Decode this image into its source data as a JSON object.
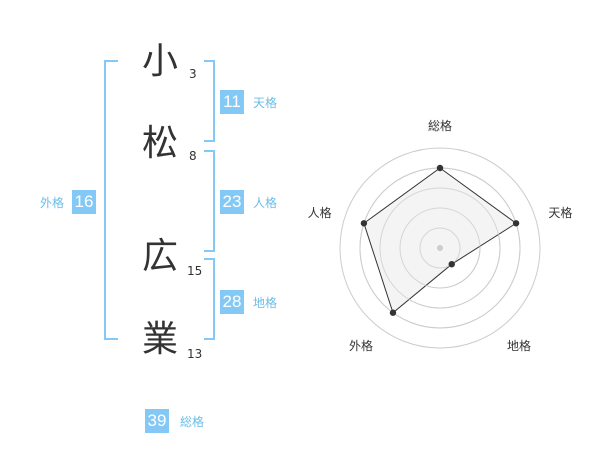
{
  "name_chars": [
    {
      "char": "小",
      "strokes": "3"
    },
    {
      "char": "松",
      "strokes": "8"
    },
    {
      "char": "広",
      "strokes": "15"
    },
    {
      "char": "業",
      "strokes": "13"
    }
  ],
  "kaku": {
    "tenkaku": {
      "value": "11",
      "label": "天格"
    },
    "jinkaku": {
      "value": "23",
      "label": "人格"
    },
    "chikaku": {
      "value": "28",
      "label": "地格"
    },
    "gaikaku": {
      "value": "16",
      "label": "外格"
    },
    "soukaku": {
      "value": "39",
      "label": "総格"
    }
  },
  "chart_data": {
    "type": "radar",
    "axes": [
      "総格",
      "天格",
      "地格",
      "外格",
      "人格"
    ],
    "values": [
      4,
      4,
      1,
      4,
      4
    ],
    "rmax": 5,
    "rings": 5,
    "colors": {
      "fill": "#f2f2f2",
      "line": "#333333",
      "grid": "#cccccc",
      "center": "#cccccc"
    }
  }
}
